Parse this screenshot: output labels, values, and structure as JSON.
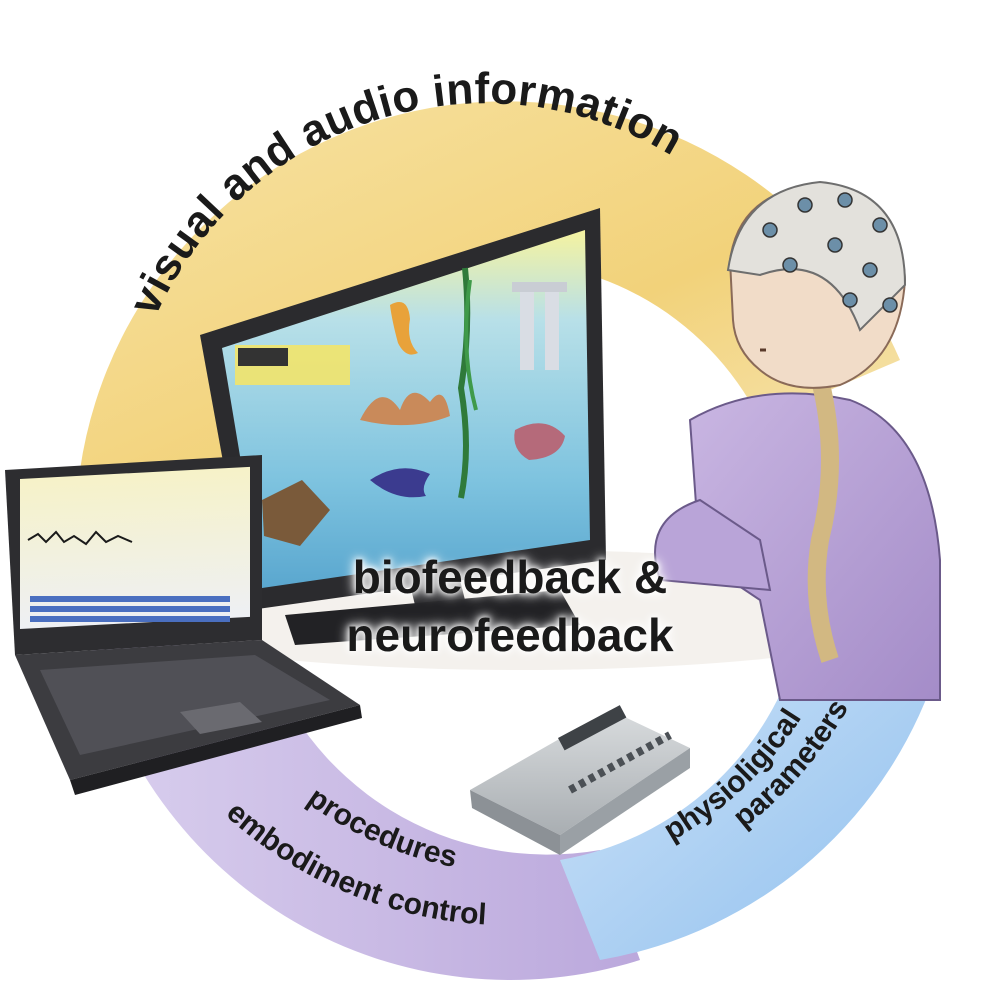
{
  "labels": {
    "top_arc": "visual and audio information",
    "center_line1": "biofeedback &",
    "center_line2": "neurofeedback",
    "bottom_left_line1": "procedures",
    "bottom_left_line2": "embodiment control",
    "bottom_right_line1": "physioligical",
    "bottom_right_line2": "parameters"
  },
  "colors": {
    "ring_yellow": "#f2d27a",
    "ring_purple": "#c7b8e2",
    "ring_blue": "#9cc7ef",
    "sweater": "#b59ed3",
    "monitor_water": "#7ec3df"
  }
}
